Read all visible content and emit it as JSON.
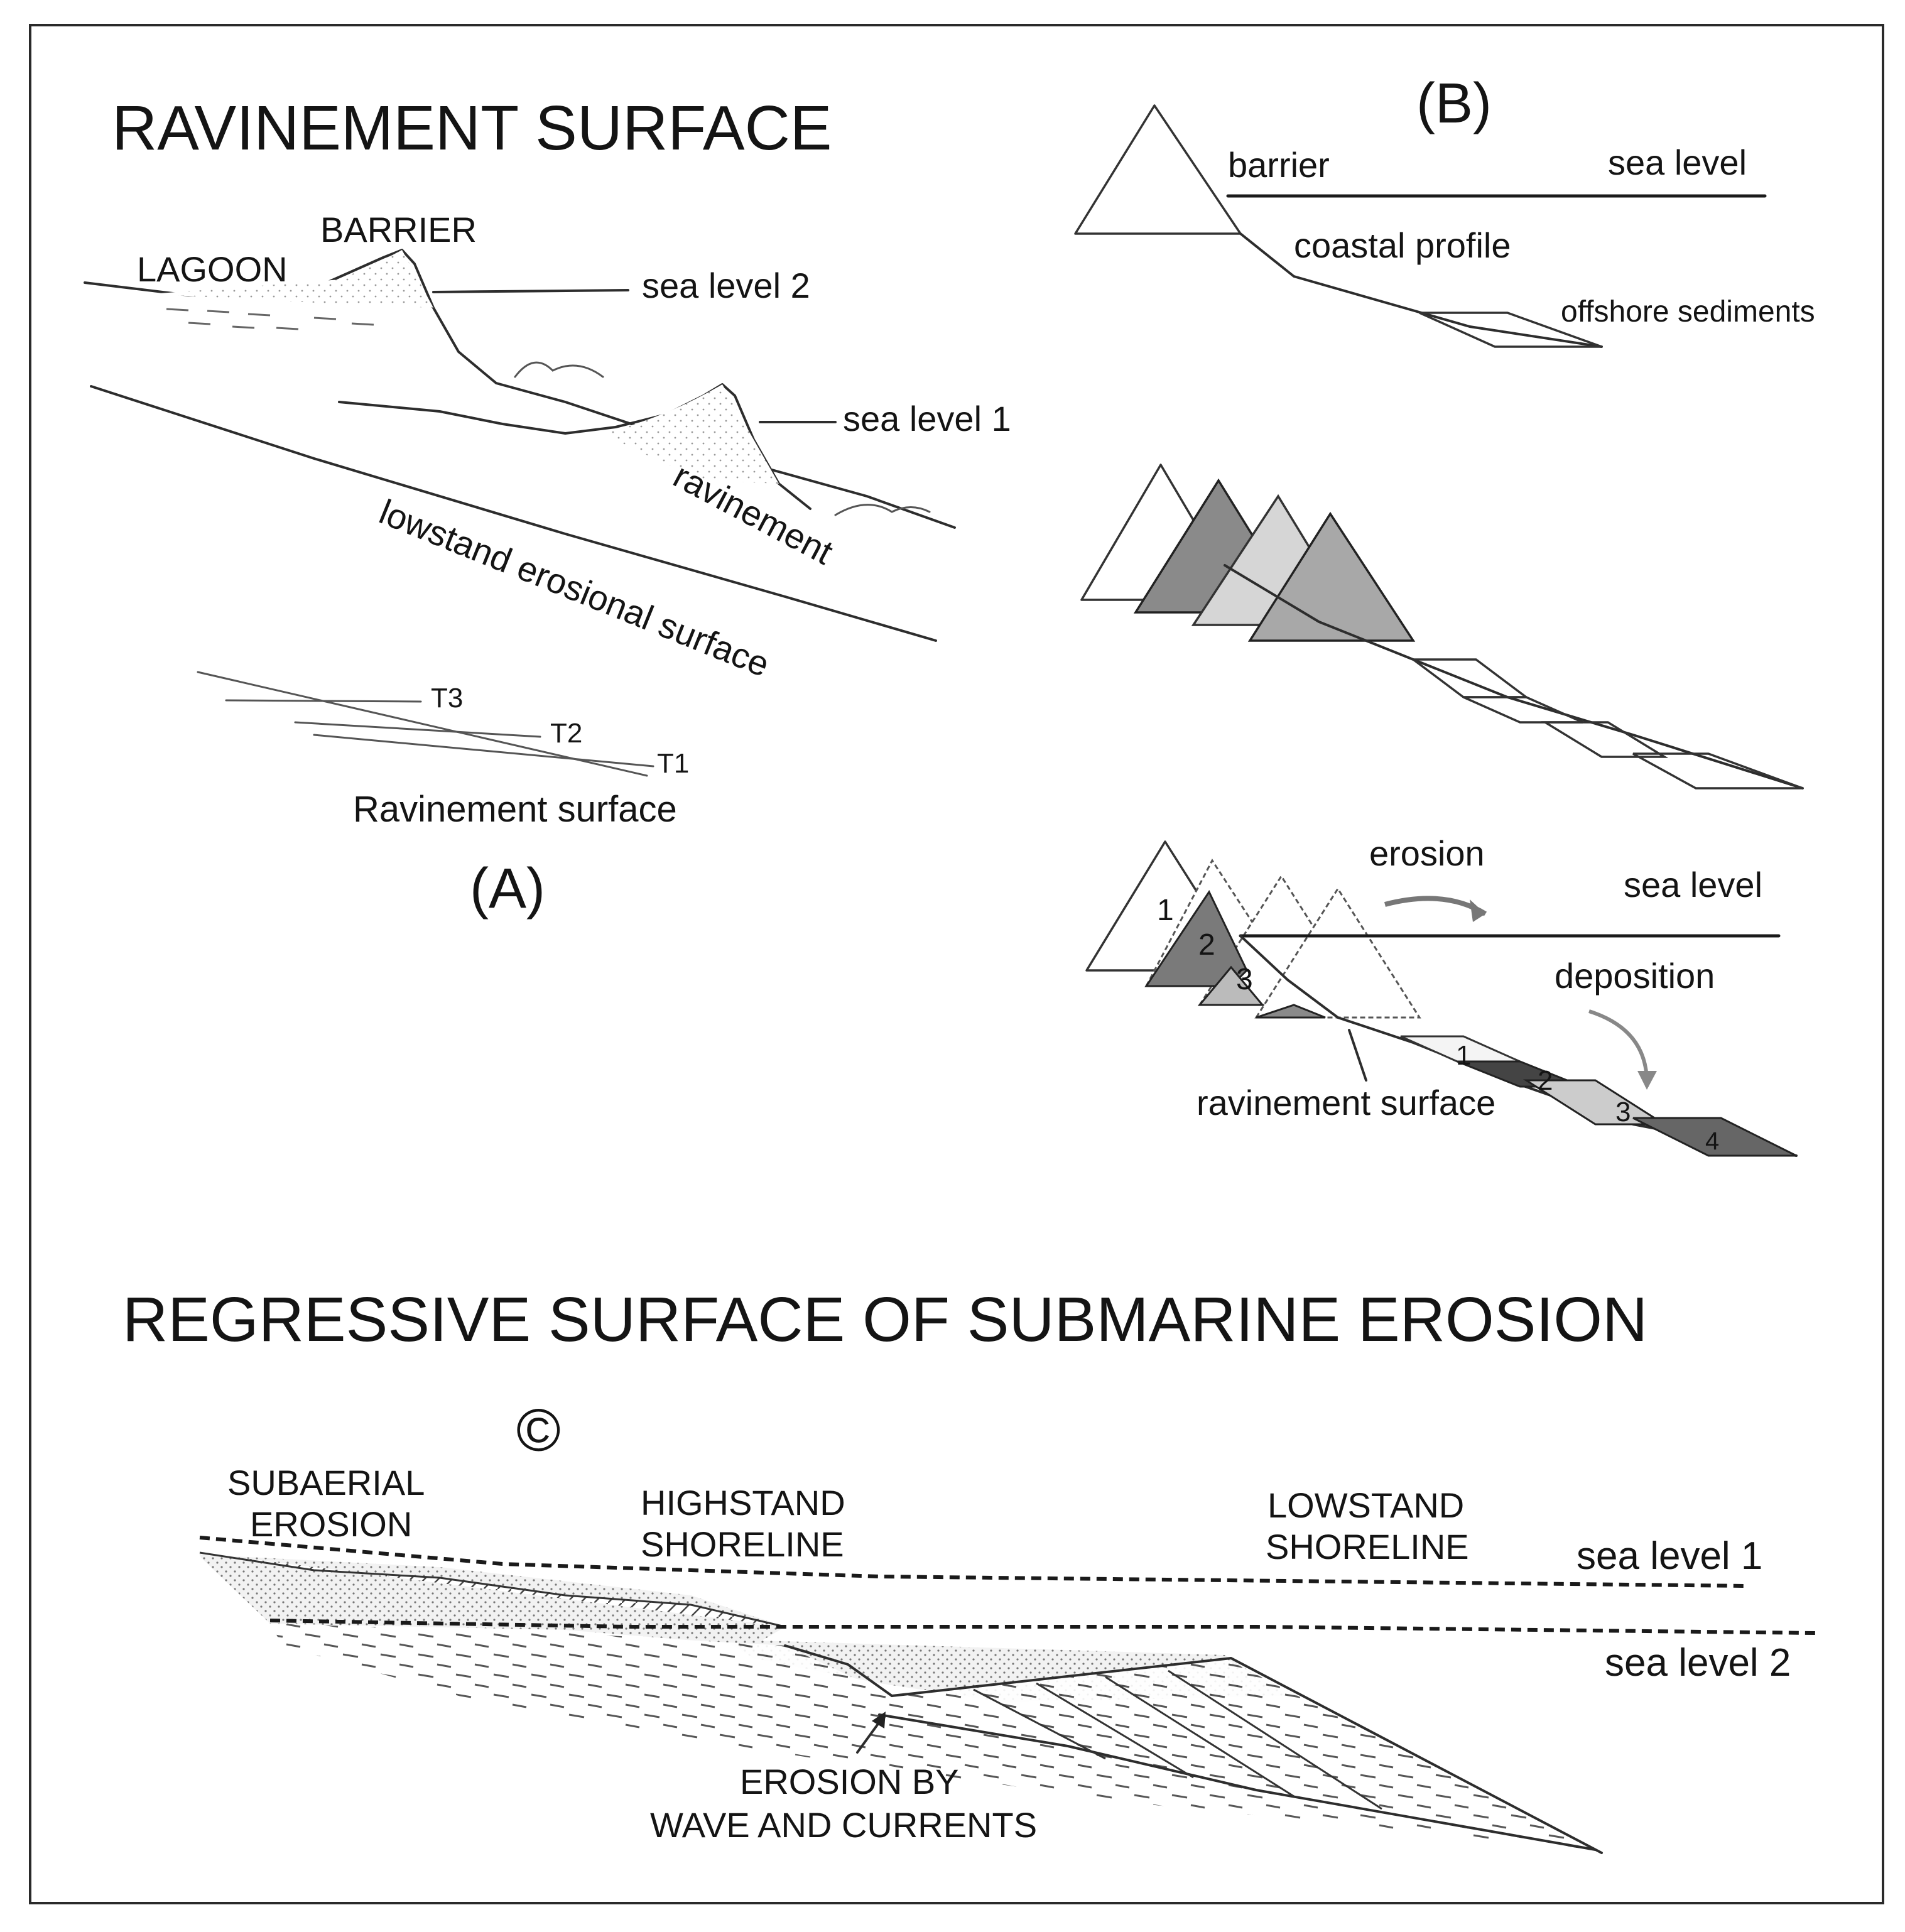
{
  "panel_a": {
    "title": "RAVINEMENT SURFACE",
    "lagoon": "LAGOON",
    "barrier": "BARRIER",
    "sea_level_2": "sea level 2",
    "sea_level_1": "sea level 1",
    "ravinement": "ravinement",
    "lowstand_surface": "lowstand erosional surface",
    "t3": "T3",
    "t2": "T2",
    "t1": "T1",
    "ravinement_surface": "Ravinement surface",
    "label": "(A)"
  },
  "panel_b": {
    "label": "(B)",
    "barrier": "barrier",
    "sea_level_top": "sea level",
    "coastal_profile": "coastal profile",
    "offshore_sediments": "offshore sediments",
    "erosion": "erosion",
    "sea_level_bottom": "sea level",
    "deposition": "deposition",
    "ravinement_surface": "ravinement surface",
    "n1": "1",
    "n2": "2",
    "n3": "3",
    "n4": "4"
  },
  "panel_c": {
    "title": "REGRESSIVE SURFACE OF SUBMARINE EROSION",
    "label": "©",
    "subaerial_1": "SUBAERIAL",
    "subaerial_2": "EROSION",
    "highstand_1": "HIGHSTAND",
    "highstand_2": "SHORELINE",
    "lowstand_1": "LOWSTAND",
    "lowstand_2": "SHORELINE",
    "sea_level_1": "sea level 1",
    "sea_level_2": "sea level 2",
    "erosion_1": "EROSION BY",
    "erosion_2": "WAVE AND CURRENTS"
  }
}
